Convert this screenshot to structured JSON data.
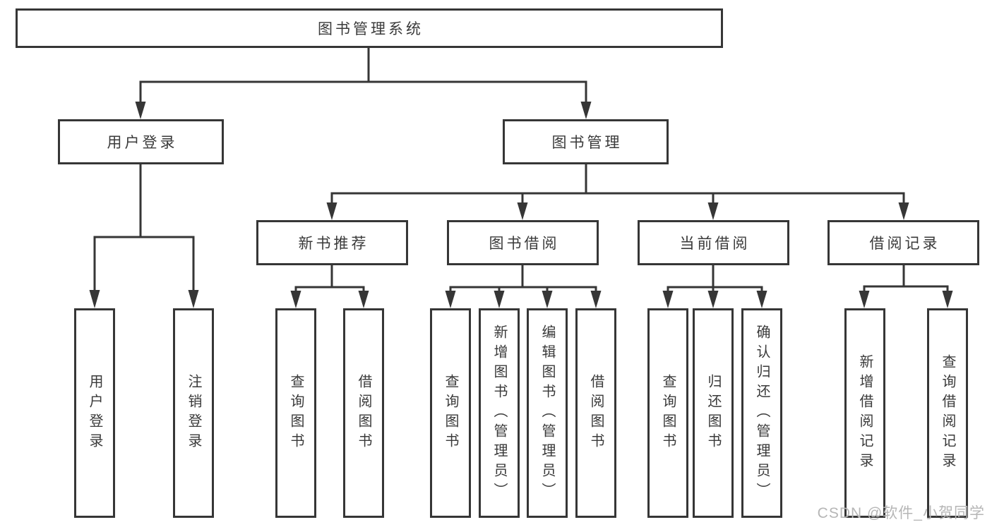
{
  "tree": {
    "root": {
      "label": "图书管理系统"
    },
    "level2": [
      {
        "label": "用户登录",
        "children": [
          {
            "label": "用户登录"
          },
          {
            "label": "注销登录"
          }
        ]
      },
      {
        "label": "图书管理",
        "children": [
          {
            "label": "新书推荐",
            "children": [
              {
                "label": "查询图书"
              },
              {
                "label": "借阅图书"
              }
            ]
          },
          {
            "label": "图书借阅",
            "children": [
              {
                "label": "查询图书"
              },
              {
                "label": "新增图书（管理员）"
              },
              {
                "label": "编辑图书（管理员）"
              },
              {
                "label": "借阅图书"
              }
            ]
          },
          {
            "label": "当前借阅",
            "children": [
              {
                "label": "查询图书"
              },
              {
                "label": "归还图书"
              },
              {
                "label": "确认归还（管理员）"
              }
            ]
          },
          {
            "label": "借阅记录",
            "children": [
              {
                "label": "新增借阅记录"
              },
              {
                "label": "查询借阅记录"
              }
            ]
          }
        ]
      }
    ]
  },
  "watermark": {
    "text": "CSDN @软件_小贺同学"
  },
  "colors": {
    "line": "#363636",
    "text": "#3a3a3a",
    "watermark": "#b6b6b6",
    "bg": "#ffffff"
  }
}
